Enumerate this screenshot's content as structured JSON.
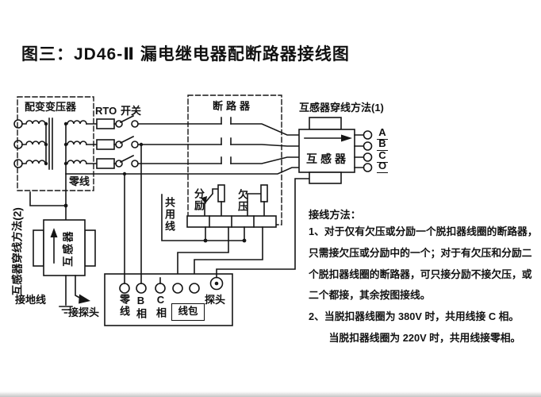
{
  "title": "图三：JD46-Ⅱ 漏电继电器配断路器接线图",
  "diagram": {
    "transformer_label": "配变变压器",
    "rto_label": "RTO",
    "switch_label": "开关",
    "neutral_label": "零线",
    "breaker_label": "断路器",
    "shunt_label": "分励",
    "undervoltage_label": "欠压",
    "common_wire_label": "共用线",
    "ct_method1_label": "互感器穿线方法(1)",
    "ct_method2_label": "互感器穿线方法(2)",
    "ct_right_label": "互感器",
    "ct_left_label": "互感器",
    "ground_label": "接地线",
    "to_probe_label": "接探头",
    "phase_a": "A",
    "phase_b": "B",
    "phase_c": "C",
    "phase_o": "O"
  },
  "relay": {
    "terminal_neutral": "零线",
    "terminal_b": "B相",
    "terminal_c": "C相",
    "coil_label": "线包",
    "probe_label": "探头"
  },
  "notes": {
    "heading": "接线方法：",
    "body": "1、对于仅有欠压或分励一个脱扣器线圈的断路器，\n只需接欠压或分励中的一个；对于有欠压和分励二\n个脱扣器线圈的断路器，可只接分励不接欠压，或\n二个都接，其余按图接线。\n2、当脱扣器线圈为 380V 时，共用线接 C 相。\n　　当脱扣器线圈为 220V 时，共用线接零相。"
  },
  "colors": {
    "line": "#151515",
    "background": "#ffffff"
  }
}
